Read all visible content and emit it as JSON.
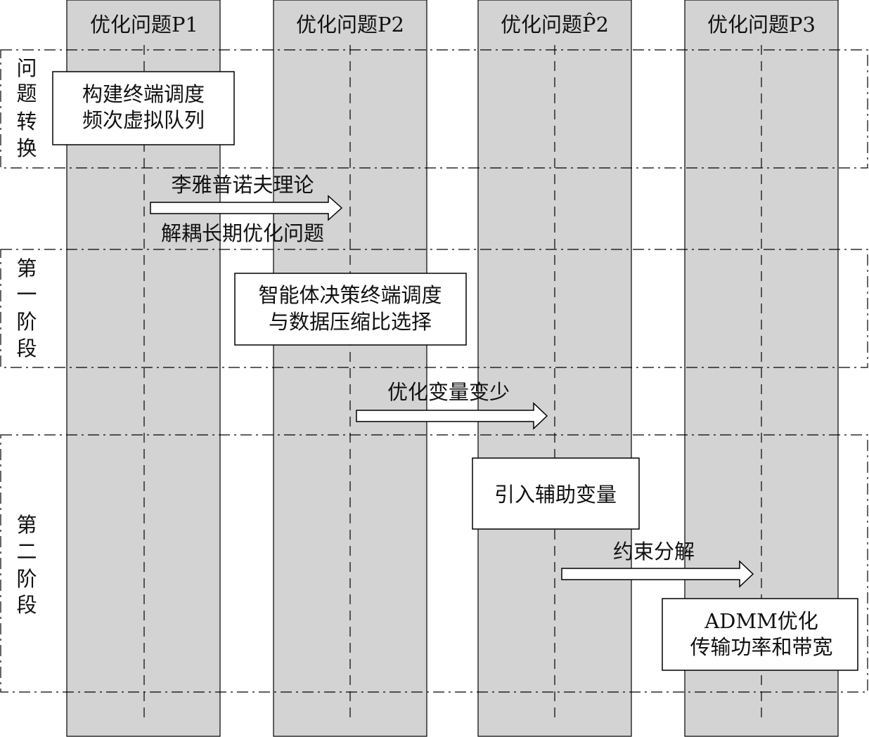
{
  "columns": [
    {
      "title": "优化问题P1"
    },
    {
      "title": "优化问题P2"
    },
    {
      "title": "优化问题P̂2"
    },
    {
      "title": "优化问题P3"
    }
  ],
  "stages": [
    {
      "label": [
        "问",
        "题",
        "转",
        "换"
      ]
    },
    {
      "label": [
        "第",
        "一",
        "阶",
        "段"
      ]
    },
    {
      "label": [
        "第",
        "二",
        "阶",
        "段"
      ]
    }
  ],
  "boxes": [
    {
      "lines": [
        "构建终端调度",
        "频次虚拟队列"
      ]
    },
    {
      "lines": [
        "智能体决策终端调度",
        "与数据压缩比选择"
      ]
    },
    {
      "lines": [
        "引入辅助变量"
      ]
    },
    {
      "lines": [
        "ADMM优化",
        "传输功率和带宽"
      ]
    }
  ],
  "arrows": [
    {
      "label_above": "李雅普诺夫理论",
      "label_below": "解耦长期优化问题"
    },
    {
      "label_above": "优化变量变少"
    },
    {
      "label_above": "约束分解"
    }
  ],
  "colors": {
    "column_fill": "#d3d3d3",
    "stroke": "#000000",
    "box_fill": "#ffffff",
    "background": "#ffffff"
  }
}
